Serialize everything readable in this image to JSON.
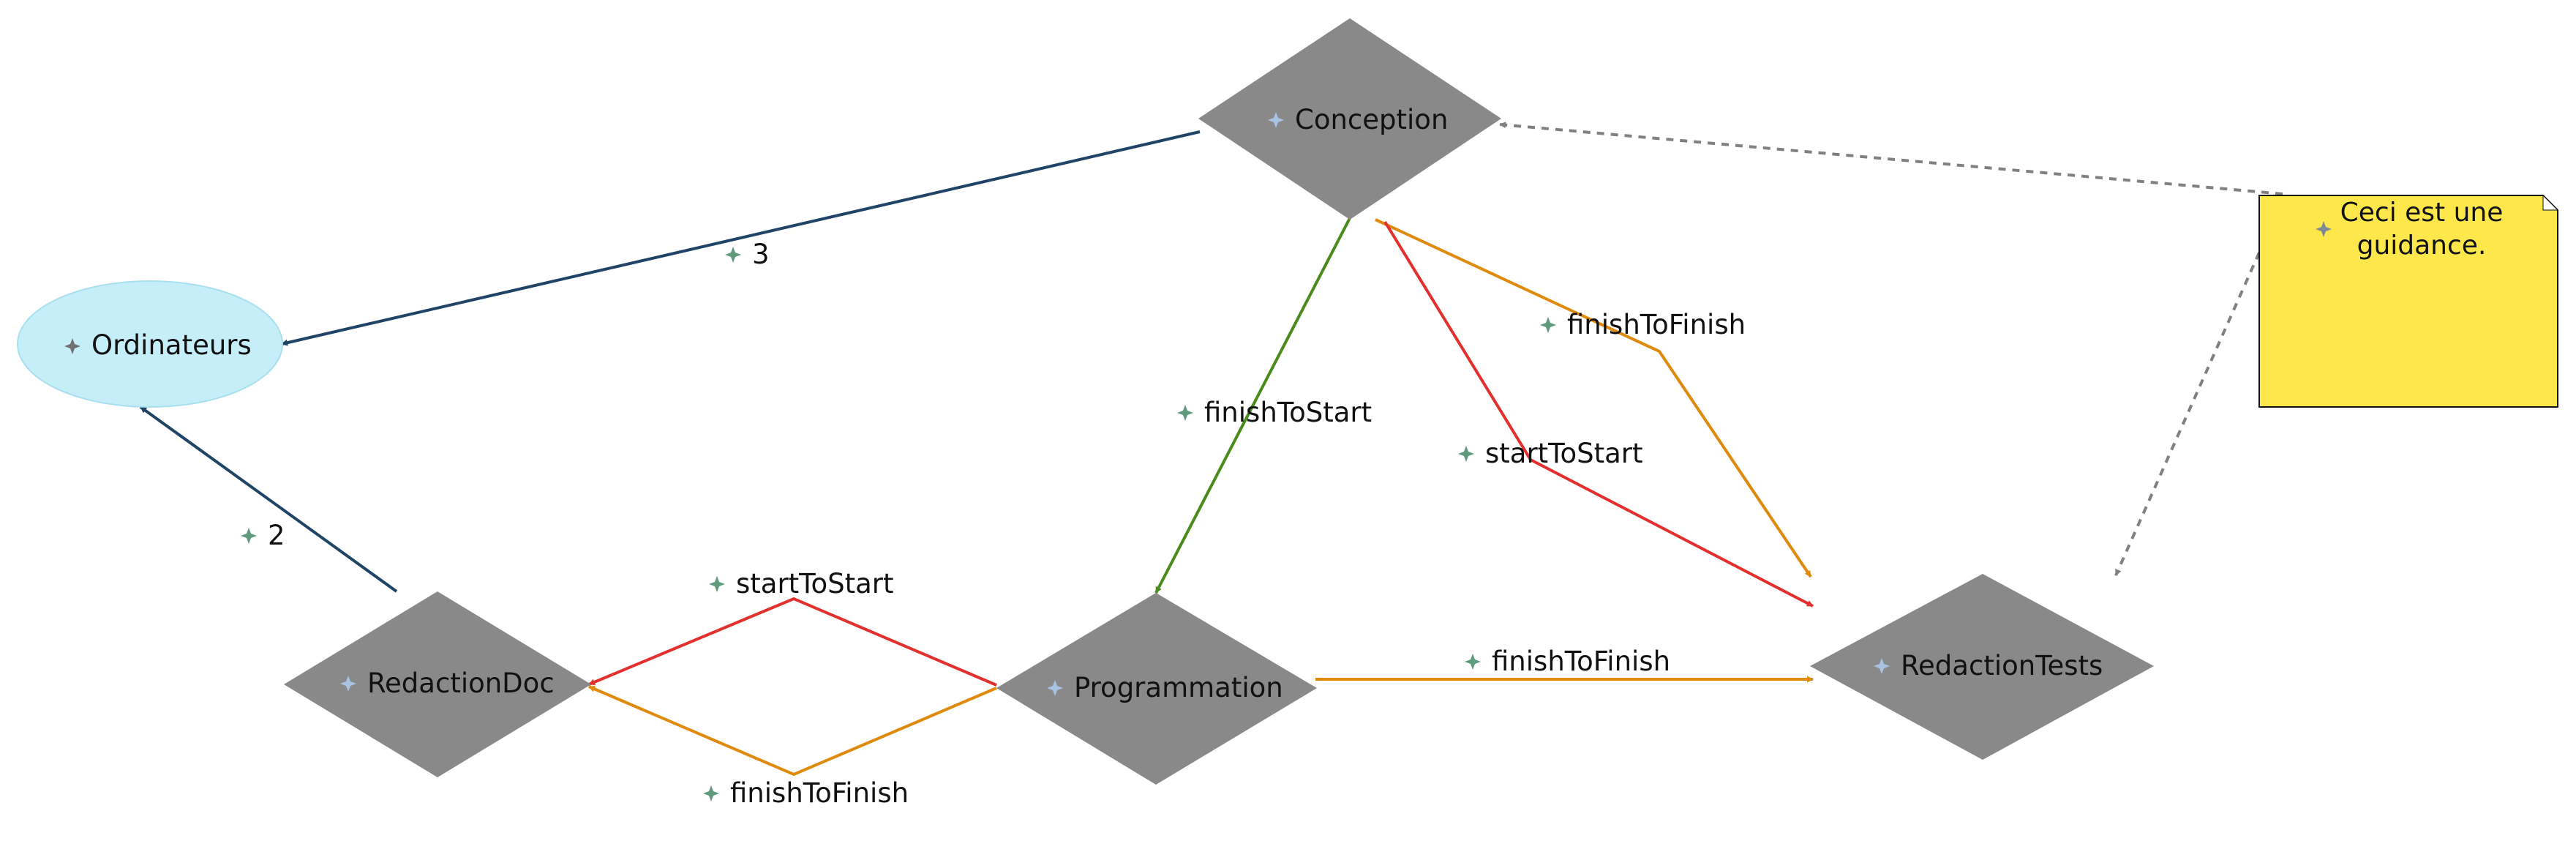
{
  "colors": {
    "activity_fill": "#898989",
    "resource_fill": "#c5eef9",
    "resource_stroke": "#a9dfee",
    "note_fill": "#fde74b",
    "usage_edge": "#1f4466",
    "finish_to_start": "#4b8a1c",
    "start_to_start": "#e2302e",
    "finish_to_finish": "#e08a0c",
    "guidance_link": "#808080",
    "label_icon": "#5e9a7c",
    "activity_icon": "#a8c4e2",
    "resource_icon": "#707070"
  },
  "icons": {
    "activity": "task-icon",
    "resource": "resource-icon",
    "note": "guidance-icon",
    "edge_label": "link-icon"
  },
  "nodes": {
    "conception": {
      "label": "Conception"
    },
    "ordinateurs": {
      "label": "Ordinateurs"
    },
    "redaction_doc": {
      "label": "RedactionDoc"
    },
    "programmation": {
      "label": "Programmation"
    },
    "redaction_tests": {
      "label": "RedactionTests"
    },
    "note": {
      "lines": [
        "Ceci est une",
        "guidance."
      ]
    }
  },
  "edges": {
    "conception_ordinateurs": {
      "label": "3"
    },
    "redactiondoc_ordinateurs": {
      "label": "2"
    },
    "conception_programmation": {
      "label": "finishToStart"
    },
    "conception_tests_ff": {
      "label": "finishToFinish"
    },
    "conception_tests_ss": {
      "label": "startToStart"
    },
    "programmation_doc_ss": {
      "label": "startToStart"
    },
    "programmation_doc_ff": {
      "label": "finishToFinish"
    },
    "programmation_tests_ff": {
      "label": "finishToFinish"
    }
  }
}
